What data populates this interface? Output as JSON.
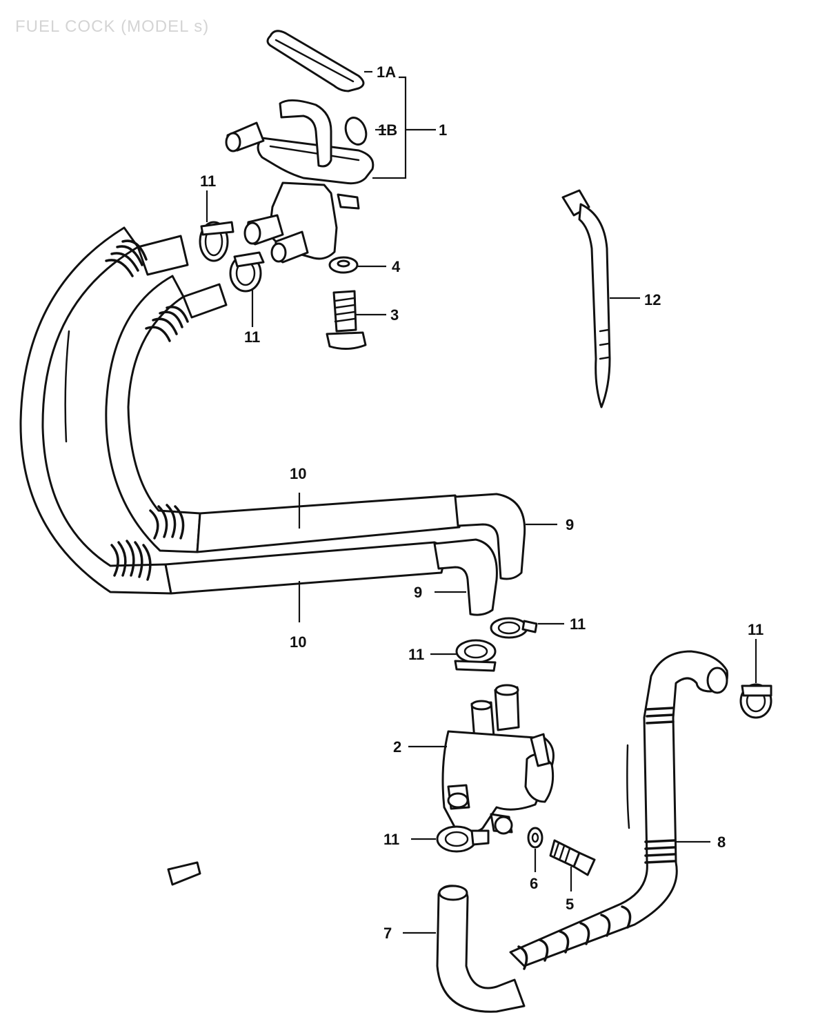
{
  "title": "FUEL COCK (MODEL s)",
  "labels": {
    "p1": "1",
    "p1a": "1A",
    "p1b": "1B",
    "p2": "2",
    "p3": "3",
    "p4": "4",
    "p5": "5",
    "p6": "6",
    "p7": "7",
    "p8": "8",
    "p9a": "9",
    "p9b": "9",
    "p10a": "10",
    "p10b": "10",
    "p11a": "11",
    "p11b": "11",
    "p11c": "11",
    "p11d": "11",
    "p11e": "11",
    "p11f": "11",
    "p12": "12"
  }
}
